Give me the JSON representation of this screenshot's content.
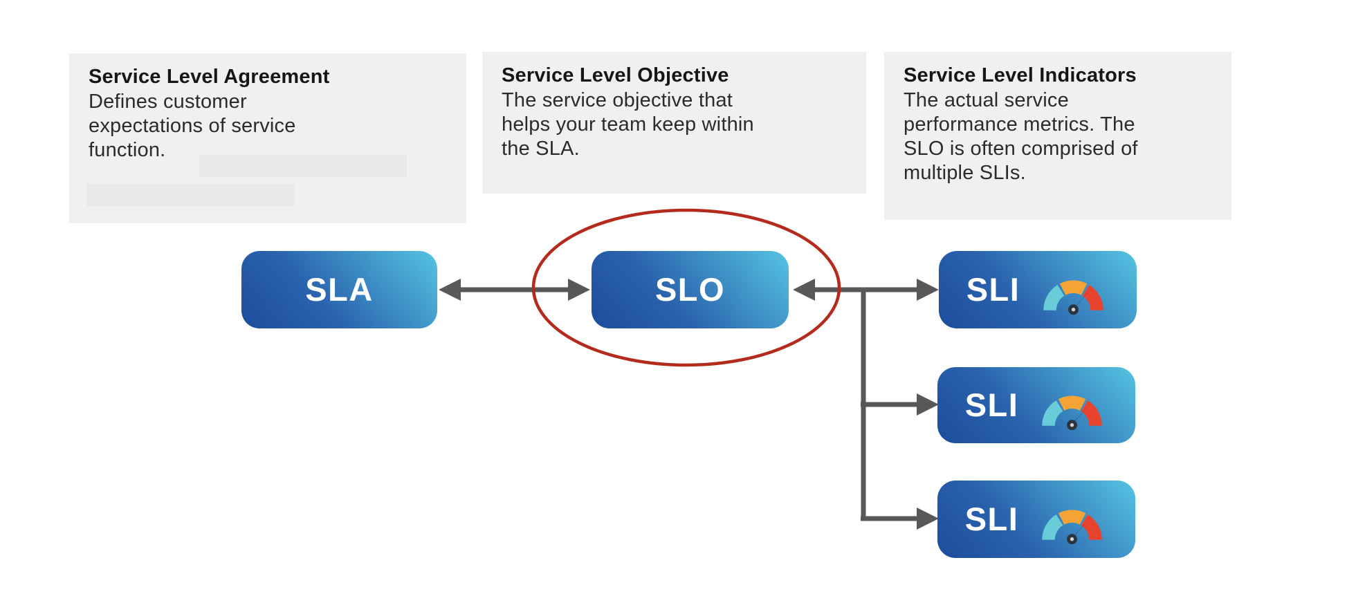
{
  "definitions": [
    {
      "title": "Service Level Agreement",
      "body": "Defines customer\nexpectations of service\nfunction.",
      "note": "two redacted text placeholders after body"
    },
    {
      "title": "Service Level Objective",
      "body": "The service objective that\nhelps your team keep within\nthe SLA."
    },
    {
      "title": "Service Level Indicators",
      "body": "The actual service\nperformance metrics. The\nSLO is often comprised of\nmultiple SLIs."
    }
  ],
  "nodes": {
    "sla": {
      "label": "SLA"
    },
    "slo": {
      "label": "SLO",
      "annotated": true
    },
    "sli1": {
      "label": "SLI",
      "icon": "speedometer-icon"
    },
    "sli2": {
      "label": "SLI",
      "icon": "speedometer-icon"
    },
    "sli3": {
      "label": "SLI",
      "icon": "speedometer-icon"
    }
  },
  "connections": [
    {
      "from": "SLA",
      "to": "SLO",
      "type": "double-headed-arrow"
    },
    {
      "from": "SLO",
      "to": "SLI1",
      "type": "arrow-into-slo-and-branch"
    },
    {
      "from": "branch-trunk",
      "to": "SLI2",
      "type": "arrow"
    },
    {
      "from": "branch-trunk",
      "to": "SLI3",
      "type": "arrow"
    }
  ],
  "annotation": {
    "shape": "hand-drawn-ellipse",
    "around": "SLO",
    "color": "#b42b1e"
  },
  "colors": {
    "node_gradient_start": "#1c4d9d",
    "node_gradient_end": "#55c4e2",
    "node_text": "#ffffff",
    "arrow": "#58585a",
    "ellipse": "#b42b1e",
    "def_box_bg": "#f1f0ef",
    "redaction_bg": "#e9e9e9",
    "title_text": "#161616",
    "body_text": "#2b2b2b",
    "gauge_teal": "#68cdd9",
    "gauge_orange": "#f4a434",
    "gauge_red": "#e8432f",
    "gauge_needle": "#2b343c"
  }
}
